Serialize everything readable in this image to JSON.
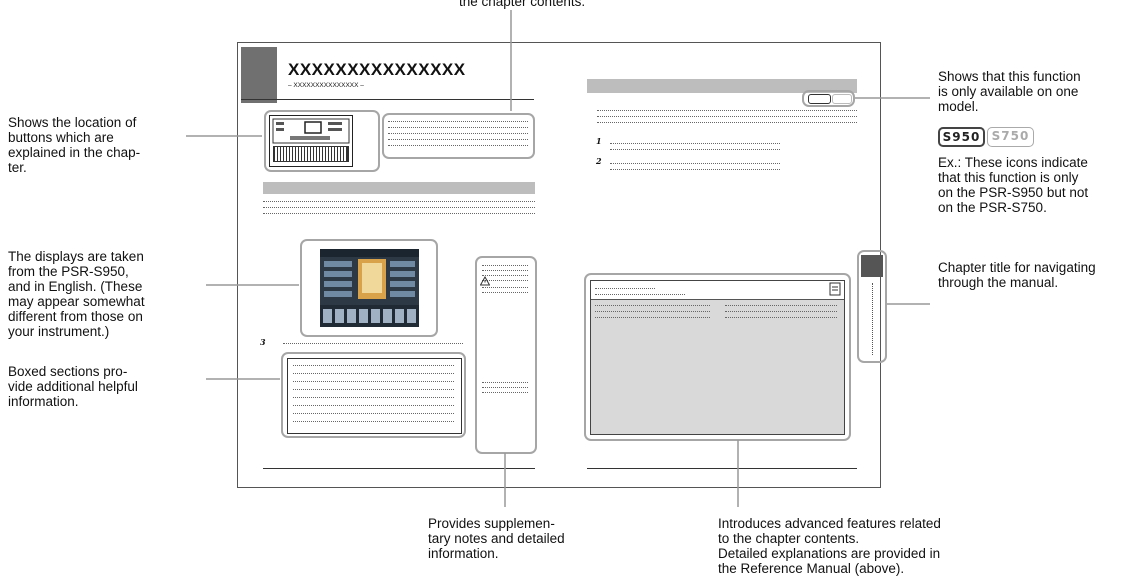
{
  "callouts": {
    "top_partial": "the chapter contents.",
    "buttons_location": "Shows the location of\nbuttons which are\nexplained in the chap-\nter.",
    "displays": "The displays are taken\nfrom the PSR-S950,\nand in English. (These\nmay appear somewhat\ndifferent from those on\nyour instrument.)",
    "boxed_sections": "Boxed sections pro-\nvide additional helpful\ninformation.",
    "one_model": "Shows that this function\nis only available on one\nmodel.",
    "icons_example": "Ex.: These icons indicate\nthat this function is only\non the PSR-S950 but not\non the PSR-S750.",
    "chapter_title": "Chapter title for navigating\nthrough the manual.",
    "supplementary": "Provides supplemen-\ntary notes and detailed\ninformation.",
    "advanced": "Introduces advanced features related\nto the chapter contents.\nDetailed explanations are provided in\nthe Reference Manual (above)."
  },
  "page": {
    "title": "XXXXXXXXXXXXXXX",
    "subtitle": "– XXXXXXXXXXXXXXX –",
    "step_1": "1",
    "step_2": "2",
    "step_3": "3"
  },
  "model_icons": {
    "active": "S950",
    "inactive": "S750"
  },
  "icons": {
    "caution": "warning-triangle-icon",
    "reference": "reference-manual-icon"
  },
  "colors": {
    "gray_bar": "#bdbdbd",
    "chapter_tab": "#555555",
    "callout_border": "#a6a6a6"
  }
}
